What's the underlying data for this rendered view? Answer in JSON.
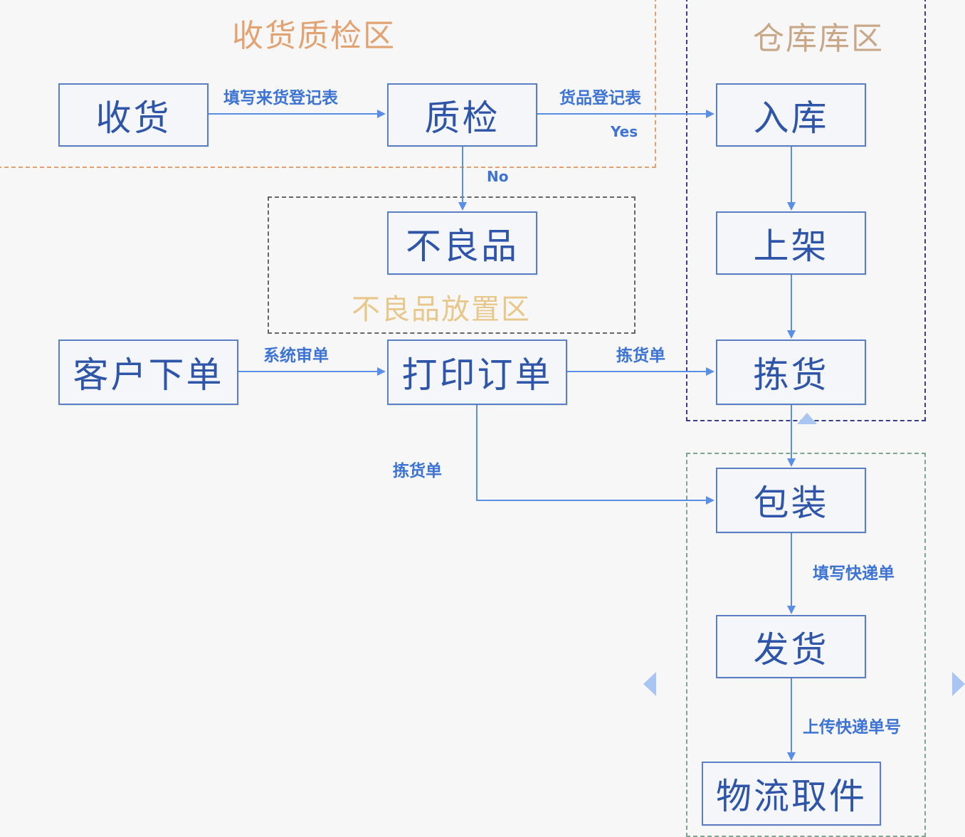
{
  "zones": {
    "qc": {
      "title": "收货质检区",
      "color": "#e2a373"
    },
    "warehouse": {
      "title": "仓库库区",
      "color": "#c9a88a"
    },
    "defective": {
      "title": "不良品放置区",
      "color": "#e8c88a"
    }
  },
  "nodes": {
    "receive": "收货",
    "inspect": "质检",
    "stock_in": "入库",
    "defective": "不良品",
    "shelve": "上架",
    "customer_order": "客户下单",
    "print_order": "打印订单",
    "pick": "拣货",
    "pack": "包装",
    "ship": "发货",
    "pickup": "物流取件"
  },
  "edges": {
    "receive_inspect": "填写来货登记表",
    "inspect_stock": "货品登记表",
    "inspect_stock_yes": "Yes",
    "inspect_defective_no": "No",
    "order_print": "系统审单",
    "print_pick": "拣货单",
    "print_pack": "拣货单",
    "pack_ship": "填写快递单",
    "ship_pickup": "上传快递单号"
  },
  "colors": {
    "connector": "#5b8fe6",
    "node_border": "#5a7fc4",
    "node_text": "#2f55a8",
    "edge_label": "#3d74d4",
    "qc_border": "#e0a070",
    "warehouse_border": "#3a3e8a",
    "defective_border": "#666666",
    "lower_border": "#7fa592"
  }
}
